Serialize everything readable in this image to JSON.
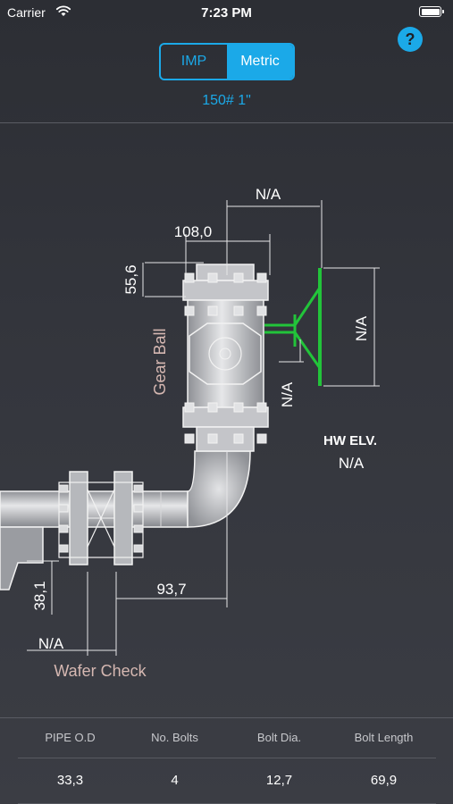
{
  "status_bar": {
    "carrier": "Carrier",
    "time": "7:23 PM"
  },
  "help": {
    "label": "?"
  },
  "unit_toggle": {
    "options": [
      "IMP",
      "Metric"
    ],
    "selected": "Metric"
  },
  "size_label": "150# 1\"",
  "diagram": {
    "valve_label": "Gear Ball",
    "check_label": "Wafer Check",
    "hw_elv_label": "HW ELV.",
    "hw_elv_value": "N/A",
    "dims": {
      "top_width": "N/A",
      "valve_width": "108,0",
      "flange_height": "55,6",
      "handwheel_height": "N/A",
      "stem_offset": "N/A",
      "check_height": "38,1",
      "elbow_offset": "93,7",
      "check_width": "N/A"
    }
  },
  "table": {
    "headers": [
      "PIPE O.D",
      "No. Bolts",
      "Bolt Dia.",
      "Bolt Length"
    ],
    "values": [
      "33,3",
      "4",
      "12,7",
      "69,9"
    ]
  },
  "colors": {
    "accent": "#1ba9e8",
    "handwheel": "#22c43a"
  }
}
